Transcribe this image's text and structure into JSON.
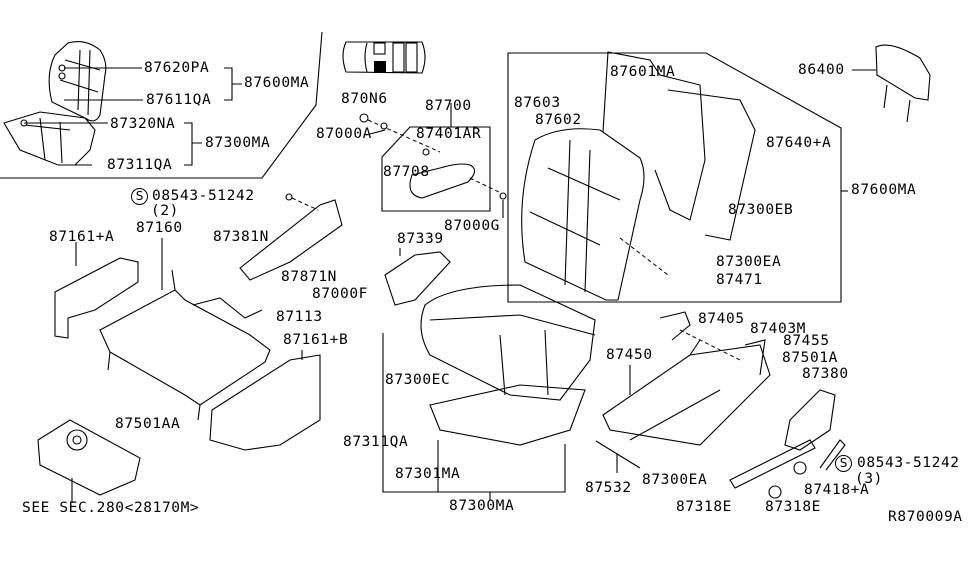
{
  "diagram": {
    "title_code": "R870009A",
    "inset": {
      "labels": {
        "seatback_trim": "87620PA",
        "seatback_pad": "87611QA",
        "seatback_assy": "87600MA",
        "cushion_trim": "87320NA",
        "cushion_pad": "87311QA",
        "cushion_assy": "87300MA"
      }
    },
    "locator_icon": "vehicle-seat-locator-icon",
    "labels": {
      "clip_870n6": "870N6",
      "armrest_assy": "87700",
      "screw_87000a": "87000A",
      "armrest_bracket": "87401AR",
      "armrest": "87708",
      "screw_87000g": "87000G",
      "back_frame": "87601MA",
      "clip_87603": "87603",
      "clip_87602": "87602",
      "back_board": "87640+A",
      "headrest": "86400",
      "back_assy": "87600MA",
      "clip_87300eb": "87300EB",
      "clip_87300ea_back": "87300EA",
      "tie_87471": "87471",
      "bolt_symbol": "S",
      "bolt_left": "08543-51242",
      "bolt_left_qty": "(2)",
      "lower_frame": "87160",
      "side_cover_a": "87161+A",
      "finisher": "87381N",
      "cap": "87871N",
      "screw_87000f": "87000F",
      "pan": "87113",
      "side_cover_b": "87161+B",
      "bolt_87501aa": "87501AA",
      "see_sec": "SEE SEC.280<28170M>",
      "lumbar": "87339",
      "clip_87300ec": "87300EC",
      "cushion_pad": "87311QA",
      "cushion_trim": "87301MA",
      "cushion_assy": "87300MA",
      "knob_87405": "87405",
      "lever_87403m": "87403M",
      "adjuster": "87450",
      "knob_87455": "87455",
      "bolt_87501a": "87501A",
      "finisher_87380": "87380",
      "wire_87532": "87532",
      "clip_87300ea_frame": "87300EA",
      "bolt_right": "08543-51242",
      "bolt_right_qty": "(3)",
      "finisher_87418": "87418+A",
      "knob_87318e_a": "87318E",
      "knob_87318e_b": "87318E"
    }
  }
}
